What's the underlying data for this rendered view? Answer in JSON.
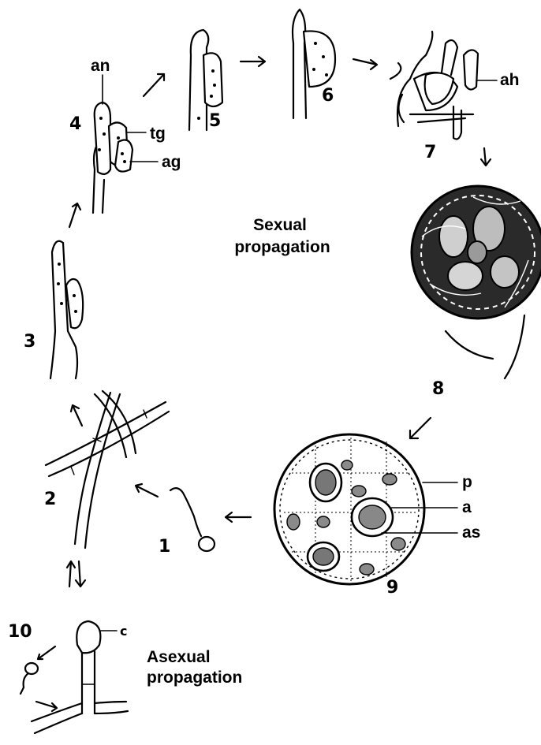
{
  "diagram": {
    "center_title": [
      "Sexual",
      "propagation"
    ],
    "asexual_title": [
      "Asexual",
      "propagation"
    ],
    "stage_numbers": [
      "1",
      "2",
      "3",
      "4",
      "5",
      "6",
      "7",
      "8",
      "9",
      "10"
    ],
    "labels": {
      "an": "an",
      "tg": "tg",
      "ag": "ag",
      "ah": "ah",
      "p": "p",
      "a": "a",
      "as": "as",
      "c": "c"
    }
  }
}
